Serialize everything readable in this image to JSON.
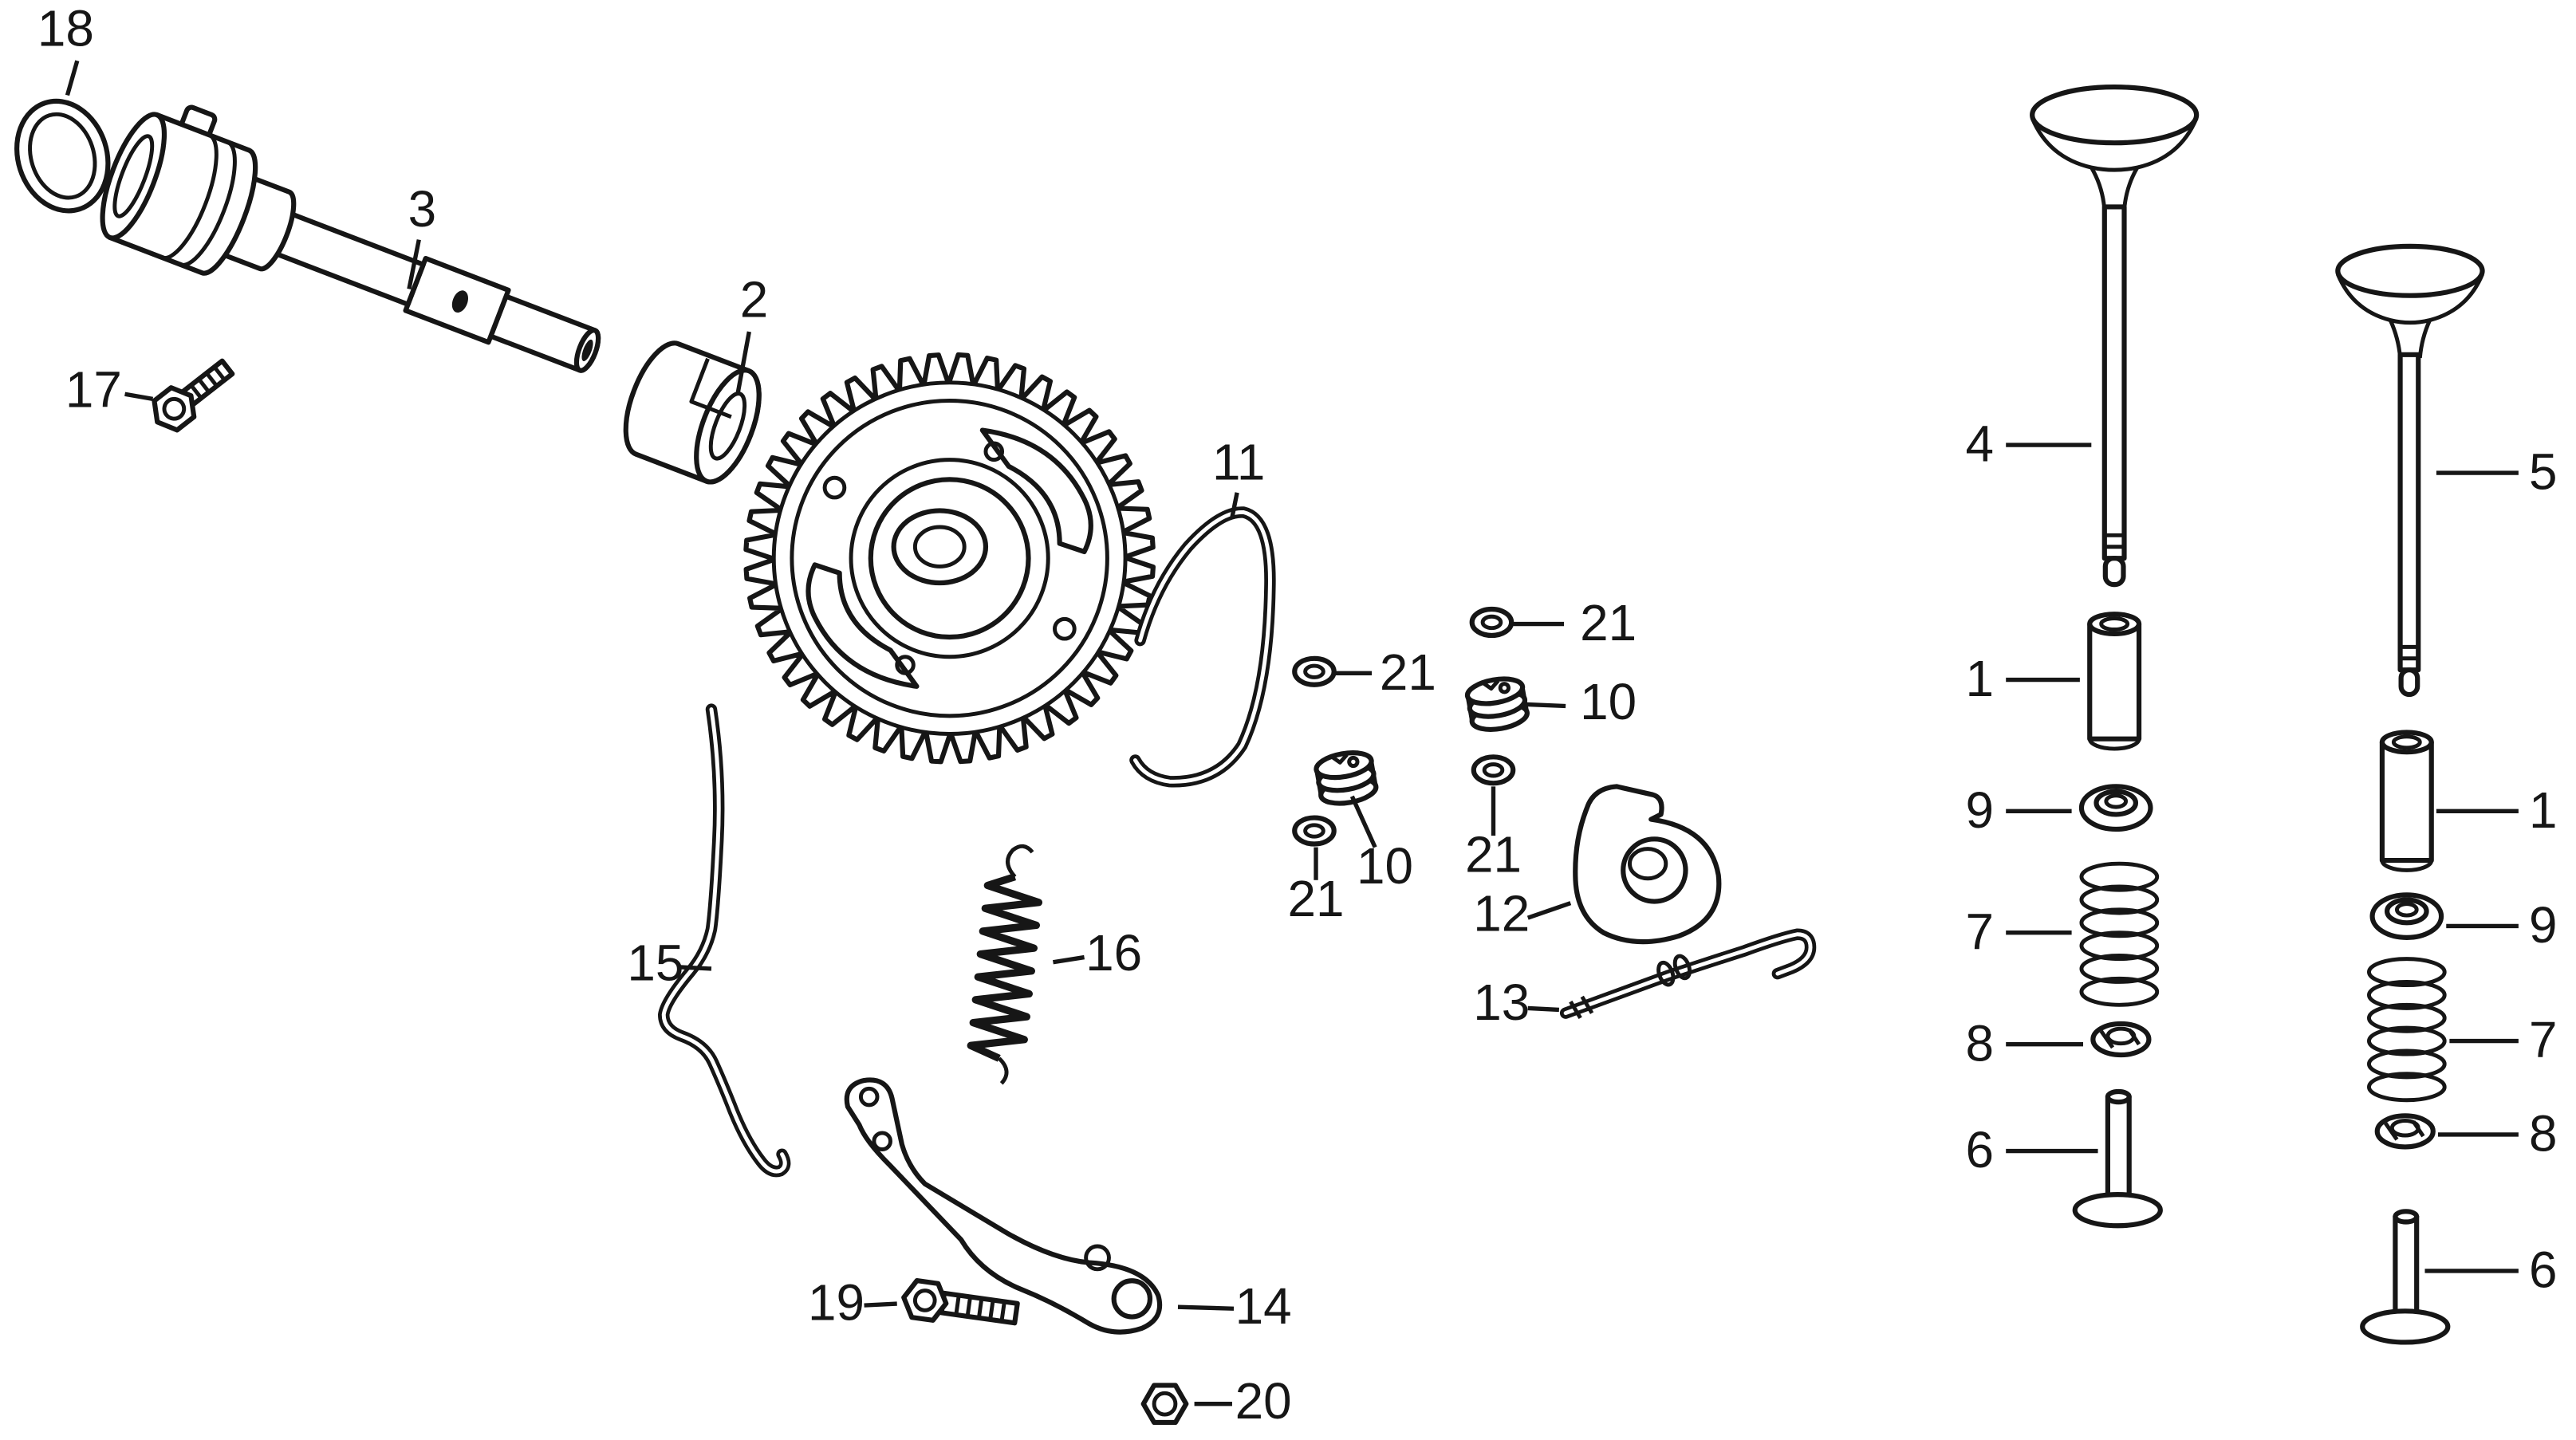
{
  "page": {
    "background": "#ffffff",
    "ink": "#161616",
    "kind": "exploded-parts-diagram"
  },
  "diagram": {
    "callouts": [
      {
        "ref": "18",
        "part": "seal-ring"
      },
      {
        "ref": "3",
        "part": "camshaft"
      },
      {
        "ref": "17",
        "part": "bolt"
      },
      {
        "ref": "2",
        "part": "shaft-holder"
      },
      {
        "ref": "11",
        "part": "retaining-clip"
      },
      {
        "ref": "21",
        "part": "washer"
      },
      {
        "ref": "21",
        "part": "washer"
      },
      {
        "ref": "10",
        "part": "weight-stack"
      },
      {
        "ref": "10",
        "part": "weight-stack"
      },
      {
        "ref": "21",
        "part": "washer"
      },
      {
        "ref": "21",
        "part": "washer"
      },
      {
        "ref": "12",
        "part": "holder-bracket"
      },
      {
        "ref": "13",
        "part": "link-rod"
      },
      {
        "ref": "15",
        "part": "wire-rod"
      },
      {
        "ref": "16",
        "part": "tension-spring"
      },
      {
        "ref": "19",
        "part": "bolt"
      },
      {
        "ref": "14",
        "part": "lever-arm"
      },
      {
        "ref": "20",
        "part": "nut"
      },
      {
        "ref": "4",
        "part": "valve"
      },
      {
        "ref": "1",
        "part": "valve-guide"
      },
      {
        "ref": "9",
        "part": "valve-seal"
      },
      {
        "ref": "7",
        "part": "valve-spring"
      },
      {
        "ref": "8",
        "part": "spring-retainer"
      },
      {
        "ref": "6",
        "part": "valve-lifter"
      },
      {
        "ref": "5",
        "part": "valve"
      },
      {
        "ref": "1",
        "part": "valve-guide"
      },
      {
        "ref": "9",
        "part": "valve-seal"
      },
      {
        "ref": "7",
        "part": "valve-spring"
      },
      {
        "ref": "8",
        "part": "spring-retainer"
      },
      {
        "ref": "6",
        "part": "valve-lifter"
      }
    ]
  }
}
